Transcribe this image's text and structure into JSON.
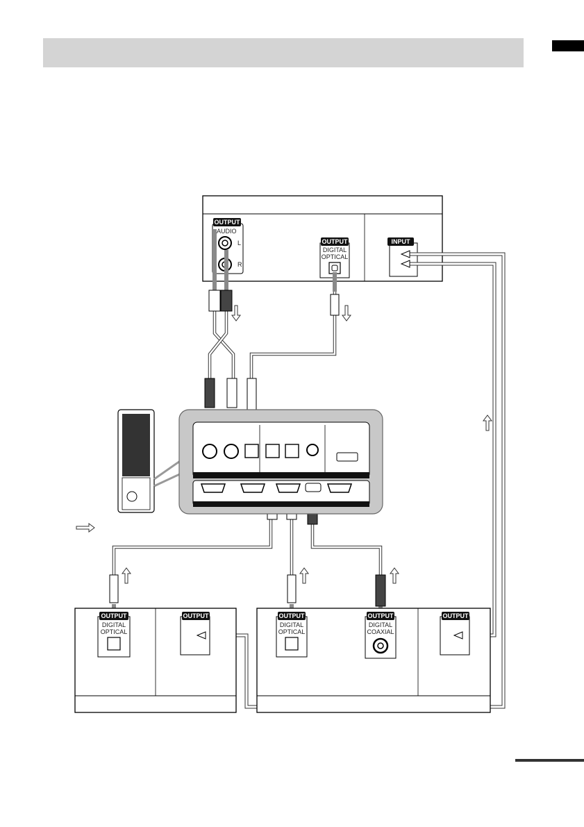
{
  "labels": {
    "output": "OUTPUT",
    "input": "INPUT",
    "audio": "AUDIO",
    "l": "L",
    "r": "R",
    "digital": "DIGITAL",
    "optical": "OPTICAL",
    "coaxial": "COAXIAL"
  },
  "colors": {
    "header_band": "#d4d4d4",
    "tab": "#000000",
    "unit_panel": "#c8c8c8",
    "cable": "#888888",
    "badge": "#111111"
  },
  "icons": [
    "signal-flow-arrow-icon",
    "optical-jack-icon",
    "coaxial-jack-icon",
    "rca-jack-icon",
    "hdmi-port-icon"
  ]
}
